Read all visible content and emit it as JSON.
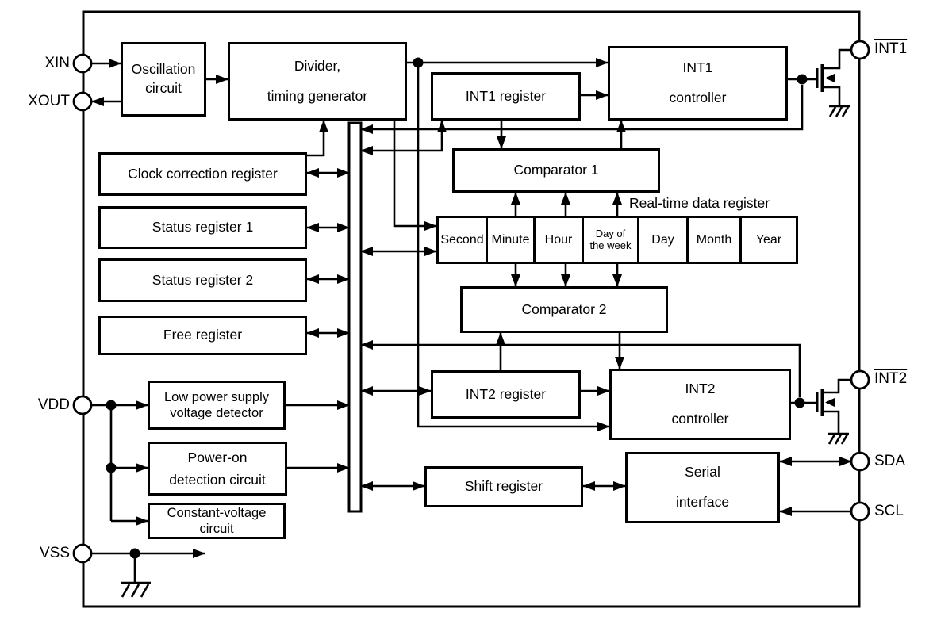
{
  "pins": {
    "xin": "XIN",
    "xout": "XOUT",
    "vdd": "VDD",
    "vss": "VSS",
    "int1": "INT1",
    "int2": "INT2",
    "sda": "SDA",
    "scl": "SCL"
  },
  "blocks": {
    "oscillation": "Oscillation\ncircuit",
    "divider": "Divider,\ntiming generator",
    "clock_correction": "Clock correction register",
    "status1": "Status register 1",
    "status2": "Status register 2",
    "free": "Free register",
    "low_power": "Low power supply\nvoltage detector",
    "power_on": "Power-on\ndetection circuit",
    "constant_voltage": "Constant-voltage\ncircuit",
    "int1_register": "INT1 register",
    "int1_controller": "INT1\ncontroller",
    "comparator1": "Comparator 1",
    "comparator2": "Comparator 2",
    "int2_register": "INT2 register",
    "int2_controller": "INT2\ncontroller",
    "shift_register": "Shift register",
    "serial_interface": "Serial\ninterface"
  },
  "rtdr": {
    "label": "Real-time data register",
    "cells": [
      "Second",
      "Minute",
      "Hour",
      "Day of\nthe week",
      "Day",
      "Month",
      "Year"
    ]
  },
  "colors": {
    "line": "#000000",
    "background": "#ffffff"
  }
}
